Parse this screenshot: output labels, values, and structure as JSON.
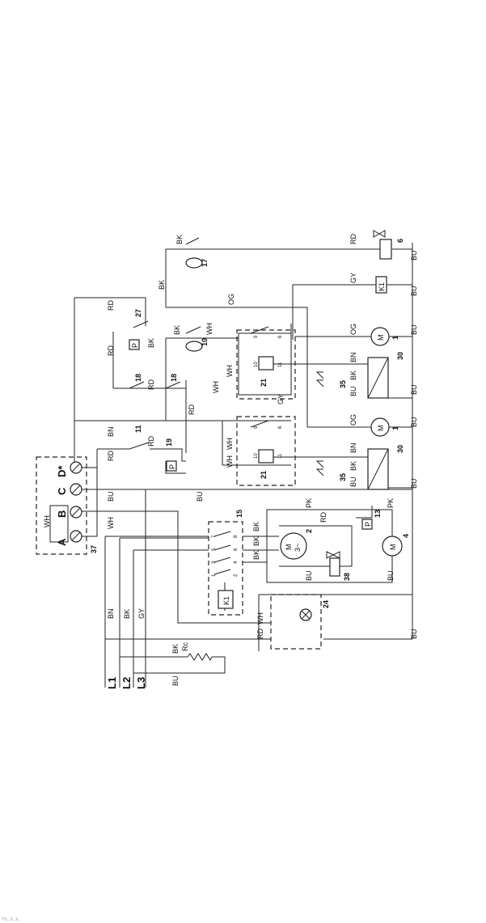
{
  "footer_text": "T:\\\\...\\\\...\\\\...",
  "wire_labels": {
    "bk": "BK",
    "rd": "RD",
    "bu": "BU",
    "gy": "GY",
    "og": "OG",
    "bn": "BN",
    "wh": "WH",
    "pk": "PK"
  },
  "component_numbers": {
    "c1": "1",
    "c2": "2",
    "c4": "4",
    "c6": "6",
    "c10": "10",
    "c11": "11",
    "c13": "13",
    "c15": "15",
    "c17": "17",
    "c18": "18",
    "c19": "19",
    "c21": "21",
    "c24": "24",
    "c27": "27",
    "c30": "30",
    "c35": "35",
    "c37": "37",
    "c38": "38"
  },
  "terminals": {
    "a": "A",
    "b": "B",
    "c": "C",
    "d": "D*"
  },
  "supply": {
    "l1": "L1",
    "l2": "L2",
    "l3": "L3",
    "rc": "Rc"
  },
  "device_labels": {
    "k1": "K1",
    "p": "P",
    "m": "M",
    "motor_phase": "3~",
    "motor_single": "~"
  },
  "pins": [
    "1",
    "2",
    "3",
    "4",
    "5",
    "6",
    "7",
    "8",
    "9",
    "10",
    "11"
  ]
}
